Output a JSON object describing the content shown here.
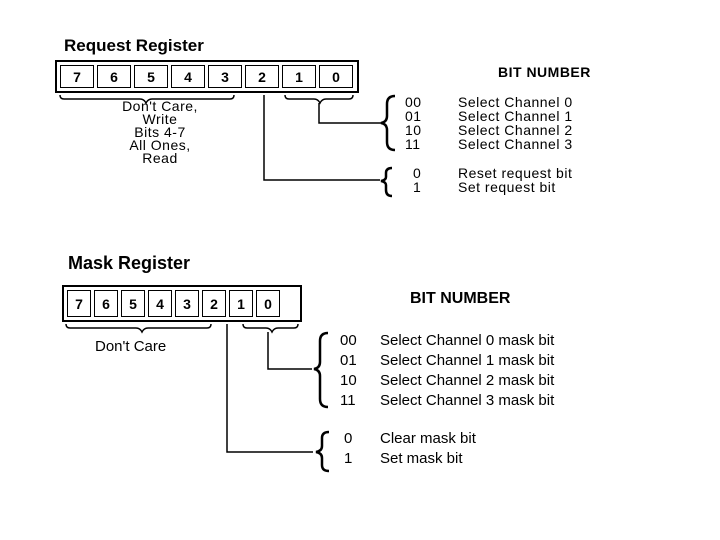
{
  "request_register": {
    "title": "Request Register",
    "bit_number_label": "BIT NUMBER",
    "bits": [
      "7",
      "6",
      "5",
      "4",
      "3",
      "2",
      "1",
      "0"
    ],
    "dont_care_note": [
      "Don't Care,",
      "Write",
      "Bits 4-7",
      "All Ones,",
      "Read"
    ],
    "channel_select": [
      {
        "code": "00",
        "desc": "Select Channel 0"
      },
      {
        "code": "01",
        "desc": "Select Channel 1"
      },
      {
        "code": "10",
        "desc": "Select Channel 2"
      },
      {
        "code": "11",
        "desc": "Select Channel 3"
      }
    ],
    "request_bit": [
      {
        "code": "0",
        "desc": "Reset request bit"
      },
      {
        "code": "1",
        "desc": "Set request bit"
      }
    ]
  },
  "mask_register": {
    "title": "Mask Register",
    "bit_number_label": "BIT NUMBER",
    "bits": [
      "7",
      "6",
      "5",
      "4",
      "3",
      "2",
      "1",
      "0"
    ],
    "dont_care_note": "Don't Care",
    "channel_select": [
      {
        "code": "00",
        "desc": "Select Channel 0 mask bit"
      },
      {
        "code": "01",
        "desc": "Select Channel 1 mask bit"
      },
      {
        "code": "10",
        "desc": "Select Channel 2 mask bit"
      },
      {
        "code": "11",
        "desc": "Select Channel 3 mask bit"
      }
    ],
    "mask_bit": [
      {
        "code": "0",
        "desc": "Clear mask bit"
      },
      {
        "code": "1",
        "desc": "Set mask bit"
      }
    ]
  }
}
